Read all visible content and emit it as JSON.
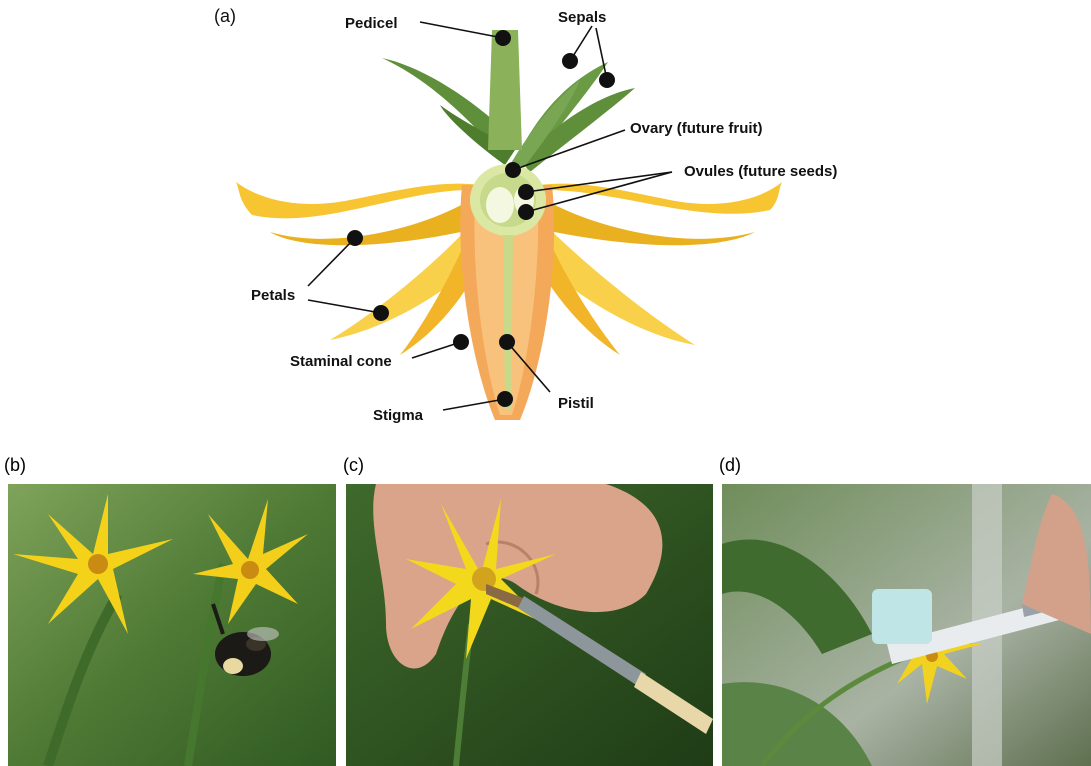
{
  "panels": {
    "a": "(a)",
    "b": "(b)",
    "c": "(c)",
    "d": "(d)"
  },
  "labels": {
    "pedicel": "Pedicel",
    "sepals": "Sepals",
    "ovary": "Ovary (future fruit)",
    "ovules": "Ovules (future seeds)",
    "petals": "Petals",
    "staminal_cone": "Staminal cone",
    "pistil": "Pistil",
    "stigma": "Stigma"
  },
  "colors": {
    "petal": "#f7c531",
    "petal_light": "#fbe08a",
    "cone": "#f4a95a",
    "sepal": "#5f8f3a",
    "stem": "#8bb25a",
    "dot": "#111111"
  }
}
